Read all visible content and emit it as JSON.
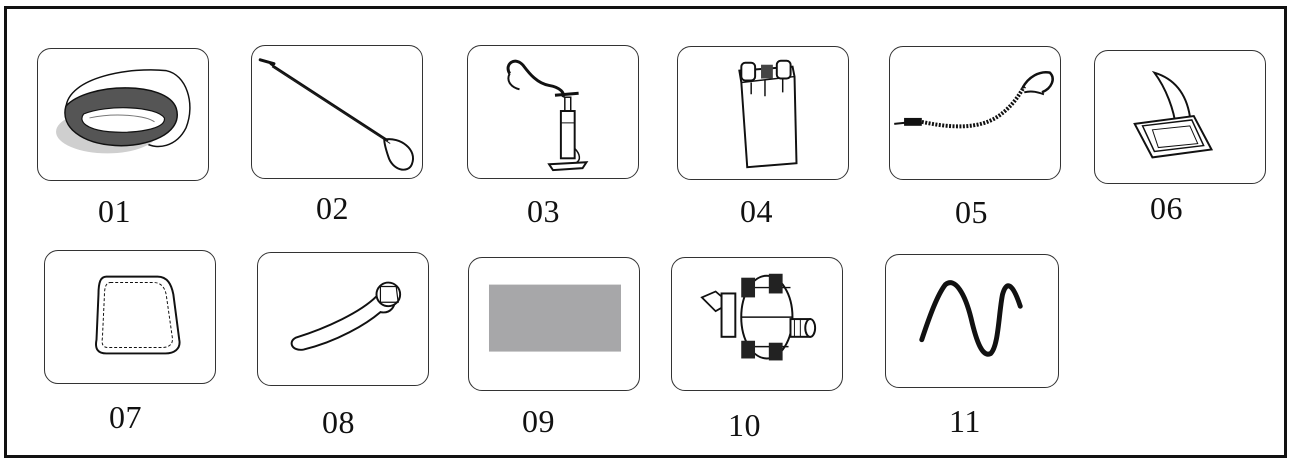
{
  "parts": [
    {
      "number": "01",
      "icon": "bag-icon"
    },
    {
      "number": "02",
      "icon": "paddle-icon"
    },
    {
      "number": "03",
      "icon": "pump-icon"
    },
    {
      "number": "04",
      "icon": "backpack-icon"
    },
    {
      "number": "05",
      "icon": "leash-icon"
    },
    {
      "number": "06",
      "icon": "fin-icon"
    },
    {
      "number": "07",
      "icon": "repair-patch-icon"
    },
    {
      "number": "08",
      "icon": "valve-wrench-icon"
    },
    {
      "number": "09",
      "icon": "placeholder-card-icon"
    },
    {
      "number": "10",
      "icon": "valve-adapter-icon"
    },
    {
      "number": "11",
      "icon": "bungee-cord-icon"
    }
  ],
  "colors": {
    "stroke": "#111111",
    "placeholder_fill": "#a7a7a9",
    "bag_dark": "#555555",
    "bag_shadow": "#cfcfcf"
  }
}
